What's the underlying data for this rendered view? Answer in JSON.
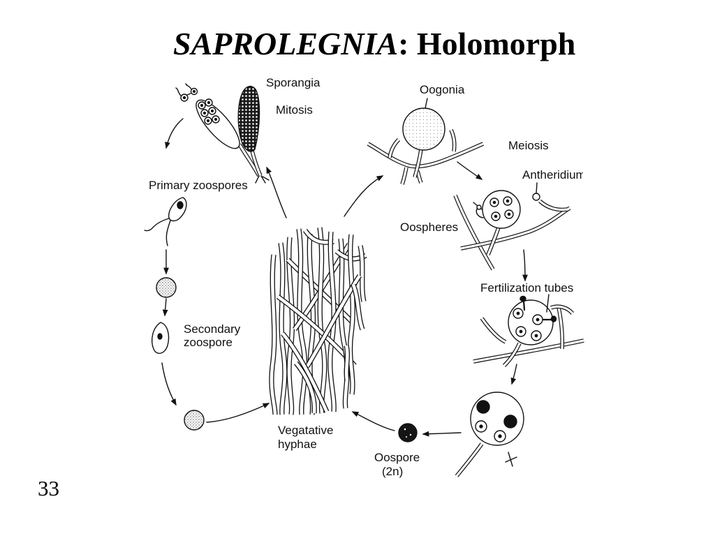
{
  "slide": {
    "title": {
      "italic": "SAPROLEGNIA",
      "rest": ": Holomorph"
    },
    "slide_number": "33"
  },
  "diagram": {
    "labels": {
      "sporangia": "Sporangia",
      "mitosis": "Mitosis",
      "oogonia": "Oogonia",
      "meiosis": "Meiosis",
      "antheridium": "Antheridium",
      "primary_zoospores": "Primary zoospores",
      "oospheres": "Oospheres",
      "fertilization_tubes": "Fertilization tubes",
      "secondary_zoospore": [
        "Secondary",
        "zoospore"
      ],
      "vegetative_hyphae": [
        "Vegatative",
        "hyphae"
      ],
      "oospore": [
        "Oospore",
        "(2n)"
      ]
    }
  },
  "colors": {
    "background": "#ffffff",
    "ink": "#111111"
  }
}
